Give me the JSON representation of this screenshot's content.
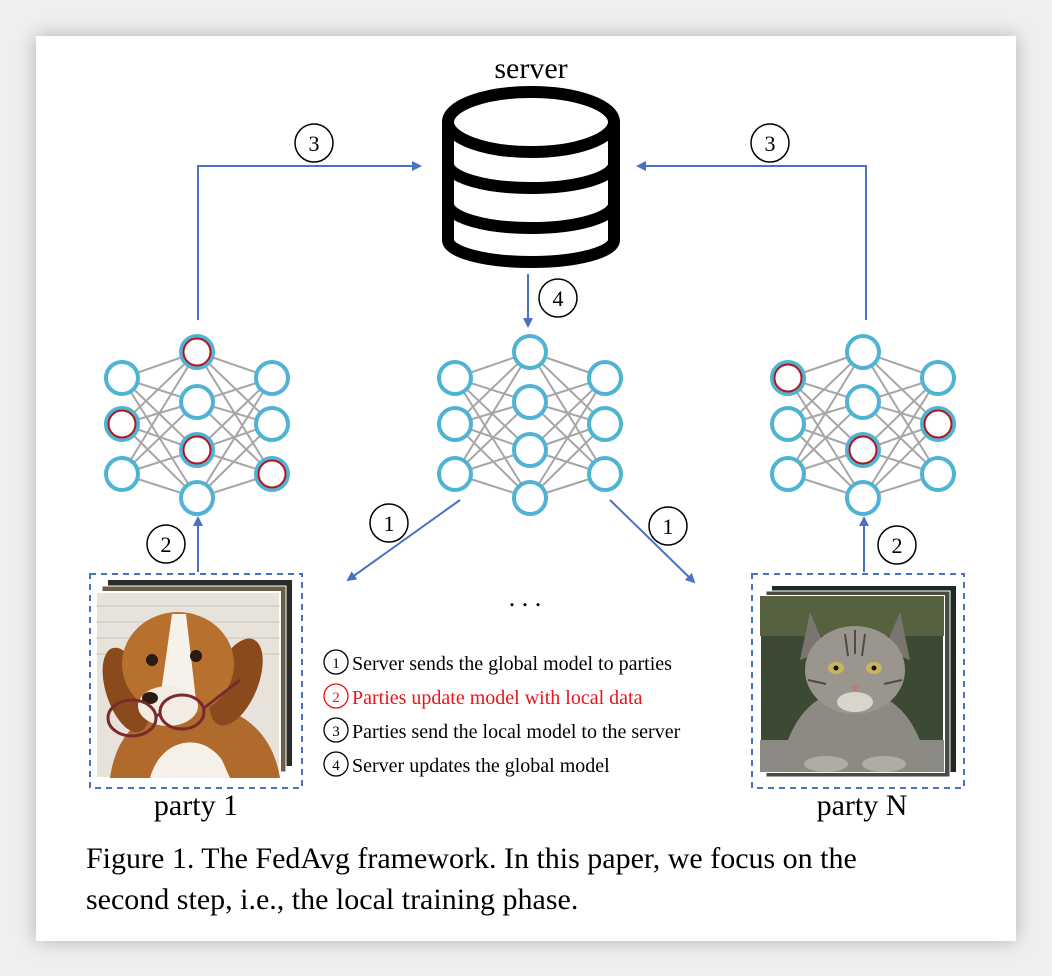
{
  "diagram": {
    "server_label": "server",
    "party1_label": "party 1",
    "partyN_label": "party N",
    "ellipsis": ". . .",
    "step_badges": {
      "upload_left": "3",
      "upload_right": "3",
      "download": "4",
      "send_left": "1",
      "send_right": "1",
      "train_left": "2",
      "train_right": "2"
    },
    "legend": [
      {
        "num": "1",
        "text": "Server sends the global model to parties",
        "color": "#000000"
      },
      {
        "num": "2",
        "text": "Parties update model with local data",
        "color": "#e8141b"
      },
      {
        "num": "3",
        "text": "Parties send the local model to the server",
        "color": "#000000"
      },
      {
        "num": "4",
        "text": "Server updates the global model",
        "color": "#000000"
      }
    ],
    "colors": {
      "node": "#4fb3d3",
      "updated_node": "#b4141e",
      "edge": "#a6a6a6",
      "arrow": "#4a72c4",
      "dashed_box": "#4a72c4",
      "database": "#000000"
    },
    "images": {
      "party1": "dog-wearing-glasses",
      "partyN": "tabby-cat"
    }
  },
  "caption": {
    "line1": "Figure 1. The FedAvg framework.  In this paper, we focus on the",
    "line2": "second step, i.e., the local training phase."
  }
}
